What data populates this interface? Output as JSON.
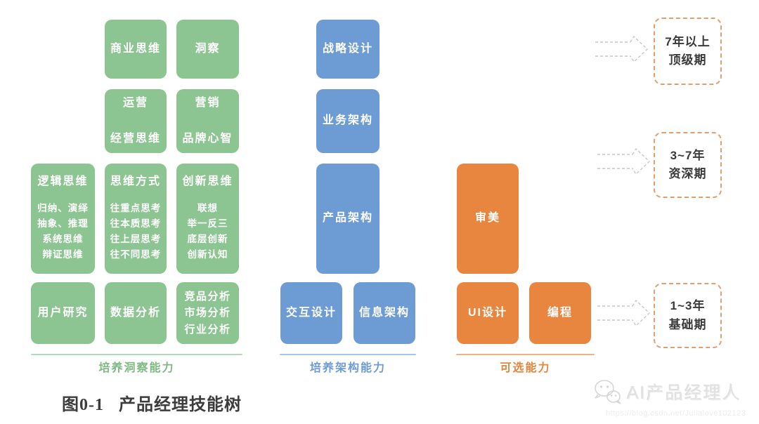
{
  "figure": {
    "caption": "图0-1   产品经理技能树"
  },
  "palette": {
    "green_box": "#8cc591",
    "blue_box": "#6d9cd5",
    "orange_box": "#e8853f",
    "stage_border": "#df9f6e",
    "arrow_gray": "#c6c6c6",
    "green_label": "#7db981",
    "blue_label": "#6d9cd5",
    "orange_label": "#e8843c",
    "caption_text": "#3c3c3c",
    "watermark_gray": "#e2e2e2"
  },
  "groups": [
    {
      "label": "培养洞察能力",
      "boxes": [
        {
          "title": "商业思维",
          "items": []
        },
        {
          "title": "洞察",
          "items": []
        },
        {
          "title": "运营",
          "items": [
            "经营思维"
          ]
        },
        {
          "title": "营销",
          "items": [
            "品牌心智"
          ]
        },
        {
          "title": "逻辑思维",
          "items": [
            "归纳、演绎",
            "抽象、推理",
            "系统思维",
            "辩证思维"
          ]
        },
        {
          "title": "思维方式",
          "items": [
            "往重点思考",
            "往本质思考",
            "往上层思考",
            "往不同思考"
          ]
        },
        {
          "title": "创新思维",
          "items": [
            "联想",
            "举一反三",
            "底层创新",
            "创新认知"
          ]
        },
        {
          "title": "用户研究",
          "items": []
        },
        {
          "title": "数据分析",
          "items": []
        },
        {
          "title": "竞品分析",
          "items": [
            "市场分析",
            "行业分析"
          ]
        }
      ]
    },
    {
      "label": "培养架构能力",
      "boxes": [
        {
          "title": "战略设计",
          "items": []
        },
        {
          "title": "业务架构",
          "items": []
        },
        {
          "title": "产品架构",
          "items": []
        },
        {
          "title": "交互设计",
          "items": []
        },
        {
          "title": "信息架构",
          "items": []
        }
      ]
    },
    {
      "label": "可选能力",
      "boxes": [
        {
          "title": "审美",
          "items": []
        },
        {
          "title": "UI设计",
          "items": []
        },
        {
          "title": "编程",
          "items": []
        }
      ]
    }
  ],
  "stages": [
    {
      "line1": "7年以上",
      "line2": "顶级期"
    },
    {
      "line1": "3~7年",
      "line2": "资深期"
    },
    {
      "line1": "1~3年",
      "line2": "基础期"
    }
  ],
  "watermark": {
    "name": "AI产品经理人",
    "url": "https://blog.csdn.net/Julialove102123"
  }
}
